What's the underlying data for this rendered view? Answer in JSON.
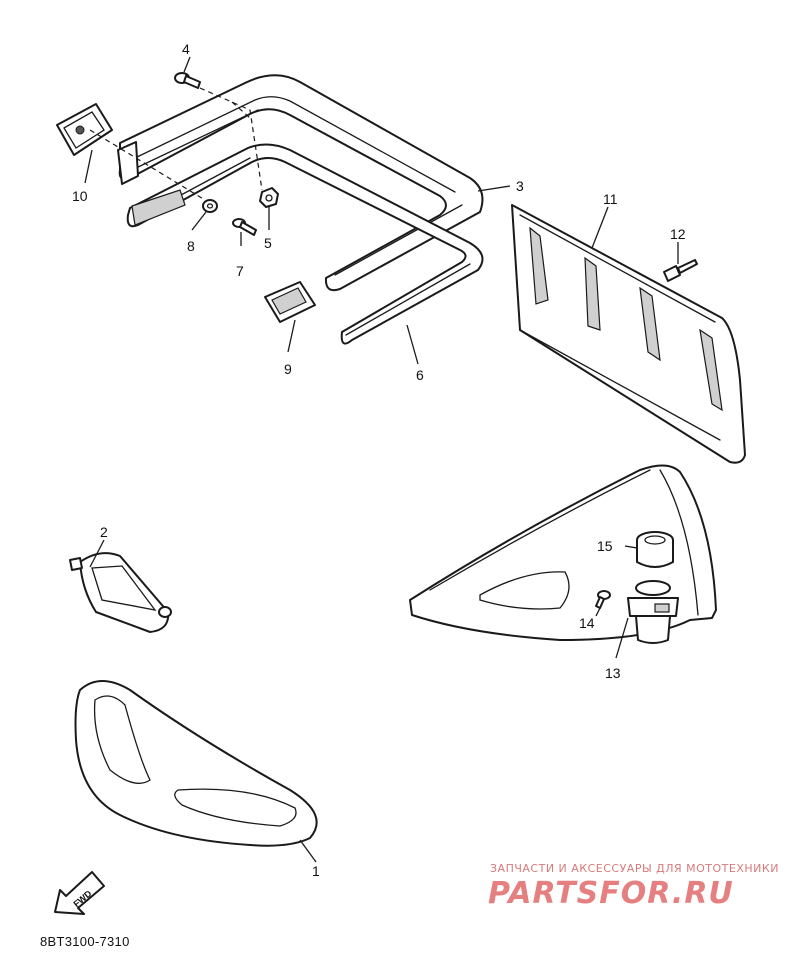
{
  "diagram": {
    "callouts": [
      "1",
      "2",
      "3",
      "4",
      "5",
      "6",
      "7",
      "8",
      "9",
      "10",
      "11",
      "12",
      "13",
      "14",
      "15"
    ],
    "fwd_label": "FWD",
    "drawing_code": "8BT3100-7310"
  },
  "watermark": {
    "tagline": "ЗАПЧАСТИ И АКСЕССУАРЫ ДЛЯ МОТОТЕХНИКИ",
    "brand": "PARTSFOR.RU"
  }
}
